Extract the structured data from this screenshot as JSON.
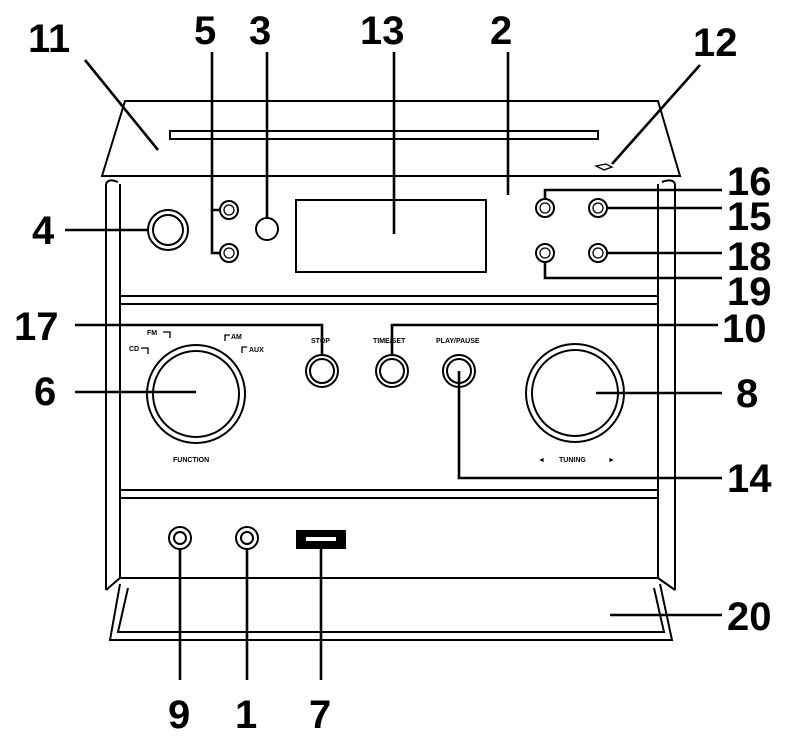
{
  "callouts": {
    "c1": "1",
    "c2": "2",
    "c3": "3",
    "c4": "4",
    "c5": "5",
    "c6": "6",
    "c7": "7",
    "c8": "8",
    "c9": "9",
    "c10": "10",
    "c11": "11",
    "c12": "12",
    "c13": "13",
    "c14": "14",
    "c15": "15",
    "c16": "16",
    "c17": "17",
    "c18": "18",
    "c19": "19",
    "c20": "20"
  },
  "labels": {
    "stop": "STOP",
    "time_set": "TIME/SET",
    "play_pause": "PLAY/PAUSE",
    "function": "FUNCTION",
    "tuning": "TUNING",
    "tuning_left": "◄",
    "tuning_right": "►",
    "fm": "FM",
    "cd": "CD",
    "am": "AM",
    "aux": "AUX"
  }
}
